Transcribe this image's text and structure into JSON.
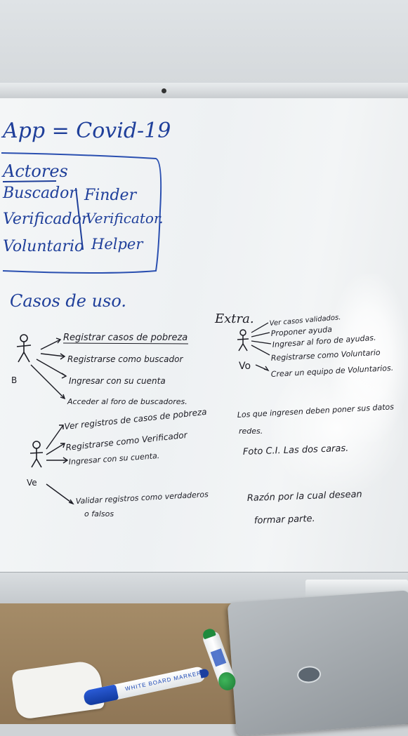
{
  "board": {
    "title": "App = Covid-19",
    "actors_heading": "Actores",
    "actors": [
      {
        "es": "Buscador",
        "en": "Finder"
      },
      {
        "es": "Verificador",
        "en": "Verificator."
      },
      {
        "es": "Voluntario",
        "en": "Helper"
      }
    ],
    "uses_heading": "Casos de uso.",
    "group1": [
      "Registrar casos de pobreza",
      "Registrarse como buscador",
      "Ingresar con su cuenta",
      "Acceder al foro de buscadores."
    ],
    "group1_label": "B",
    "group2": [
      "Ver registros de casos de pobreza",
      "Registrarse como Verificador",
      "Ingresar con su cuenta.",
      "Validar registros como verdaderos",
      "o falsos"
    ],
    "group2_label": "Ve",
    "extra_heading": "Extra.",
    "group3": [
      "Ver casos validados.",
      "Proponer ayuda",
      "Ingresar al foro de ayudas.",
      "Registrarse como Voluntario",
      "Crear un equipo de Voluntarios."
    ],
    "group3_label": "Vo",
    "notes": [
      "Los que ingresen deben poner sus datos",
      "redes.",
      "Foto C.I. Las dos caras.",
      "Razón por la cual desean",
      "formar parte."
    ]
  },
  "desk": {
    "marker_label": "WHITE BOARD MARKER"
  },
  "colors": {
    "blue_ink": "#1f3f9a",
    "black_ink": "#1c1c24"
  }
}
